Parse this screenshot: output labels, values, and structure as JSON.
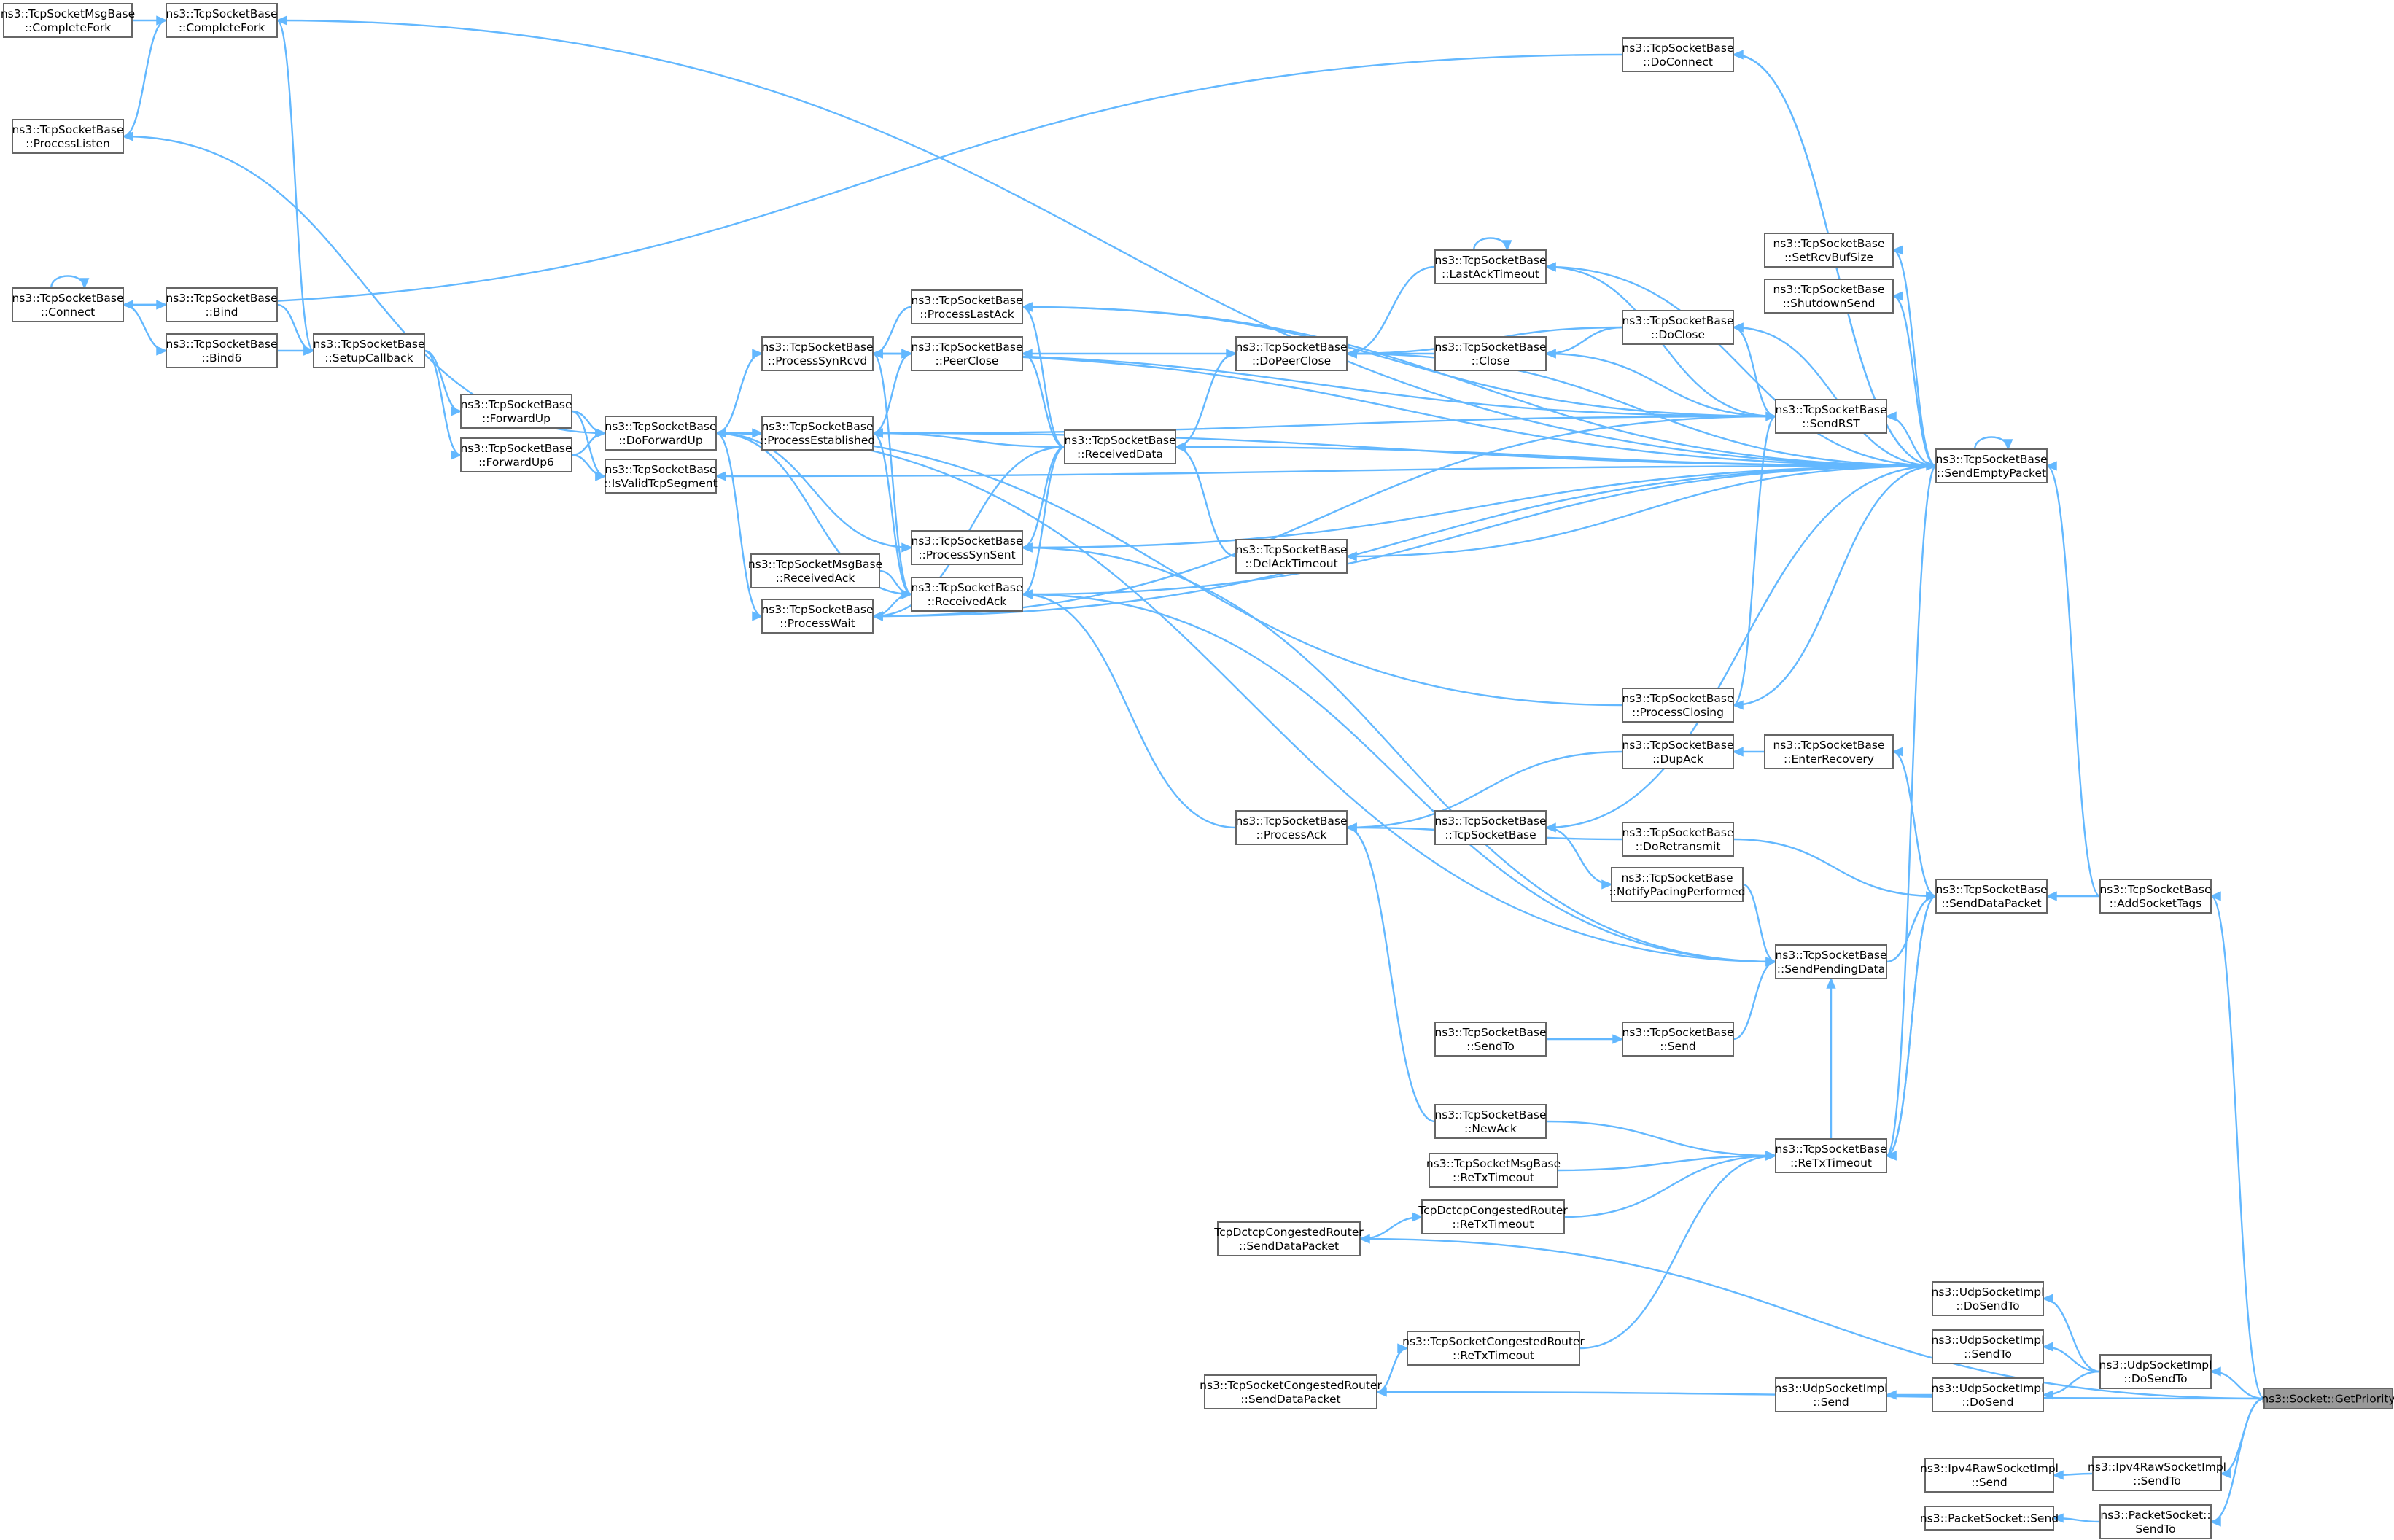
{
  "graph": {
    "type": "caller-graph",
    "colors": {
      "edge": "#63b8ff",
      "node_border": "#666666",
      "node_fill": "#ffffff",
      "root_fill": "#999999"
    },
    "nodes": [
      {
        "id": "n_cfmsg",
        "lines": [
          "ns3::TcpSocketMsgBase",
          "::CompleteFork"
        ]
      },
      {
        "id": "n_cf",
        "lines": [
          "ns3::TcpSocketBase",
          "::CompleteFork"
        ]
      },
      {
        "id": "n_plisten",
        "lines": [
          "ns3::TcpSocketBase",
          "::ProcessListen"
        ]
      },
      {
        "id": "n_connect",
        "lines": [
          "ns3::TcpSocketBase",
          "::Connect"
        ]
      },
      {
        "id": "n_bind",
        "lines": [
          "ns3::TcpSocketBase",
          "::Bind"
        ]
      },
      {
        "id": "n_bind6",
        "lines": [
          "ns3::TcpSocketBase",
          "::Bind6"
        ]
      },
      {
        "id": "n_setupcb",
        "lines": [
          "ns3::TcpSocketBase",
          "::SetupCallback"
        ]
      },
      {
        "id": "n_fwdup",
        "lines": [
          "ns3::TcpSocketBase",
          "::ForwardUp"
        ]
      },
      {
        "id": "n_fwdup6",
        "lines": [
          "ns3::TcpSocketBase",
          "::ForwardUp6"
        ]
      },
      {
        "id": "n_doforwardup",
        "lines": [
          "ns3::TcpSocketBase",
          "::DoForwardUp"
        ]
      },
      {
        "id": "n_isvalid",
        "lines": [
          "ns3::TcpSocketBase",
          "::IsValidTcpSegment"
        ]
      },
      {
        "id": "n_psynrcvd",
        "lines": [
          "ns3::TcpSocketBase",
          "::ProcessSynRcvd"
        ]
      },
      {
        "id": "n_pestab",
        "lines": [
          "ns3::TcpSocketBase",
          "::ProcessEstablished"
        ]
      },
      {
        "id": "n_msgrecvack",
        "lines": [
          "ns3::TcpSocketMsgBase",
          "::ReceivedAck"
        ]
      },
      {
        "id": "n_pwait",
        "lines": [
          "ns3::TcpSocketBase",
          "::ProcessWait"
        ]
      },
      {
        "id": "n_plastack",
        "lines": [
          "ns3::TcpSocketBase",
          "::ProcessLastAck"
        ]
      },
      {
        "id": "n_peerclose",
        "lines": [
          "ns3::TcpSocketBase",
          "::PeerClose"
        ]
      },
      {
        "id": "n_psynsent",
        "lines": [
          "ns3::TcpSocketBase",
          "::ProcessSynSent"
        ]
      },
      {
        "id": "n_recvack",
        "lines": [
          "ns3::TcpSocketBase",
          "::ReceivedAck"
        ]
      },
      {
        "id": "n_recvdata",
        "lines": [
          "ns3::TcpSocketBase",
          "::ReceivedData"
        ]
      },
      {
        "id": "n_dopeerclose",
        "lines": [
          "ns3::TcpSocketBase",
          "::DoPeerClose"
        ]
      },
      {
        "id": "n_delack",
        "lines": [
          "ns3::TcpSocketBase",
          "::DelAckTimeout"
        ]
      },
      {
        "id": "n_lastacktimeout",
        "lines": [
          "ns3::TcpSocketBase",
          "::LastAckTimeout"
        ]
      },
      {
        "id": "n_close",
        "lines": [
          "ns3::TcpSocketBase",
          "::Close"
        ]
      },
      {
        "id": "n_processack",
        "lines": [
          "ns3::TcpSocketBase",
          "::ProcessAck"
        ]
      },
      {
        "id": "n_tcpsocketbase",
        "lines": [
          "ns3::TcpSocketBase",
          "::TcpSocketBase"
        ]
      },
      {
        "id": "n_sendto_tcp",
        "lines": [
          "ns3::TcpSocketBase",
          "::SendTo"
        ]
      },
      {
        "id": "n_newack",
        "lines": [
          "ns3::TcpSocketBase",
          "::NewAck"
        ]
      },
      {
        "id": "n_msgretx",
        "lines": [
          "ns3::TcpSocketMsgBase",
          "::ReTxTimeout"
        ]
      },
      {
        "id": "n_dctcpretx",
        "lines": [
          "TcpDctcpCongestedRouter",
          "::ReTxTimeout"
        ]
      },
      {
        "id": "n_dctcpsend",
        "lines": [
          "TcpDctcpCongestedRouter",
          "::SendDataPacket"
        ]
      },
      {
        "id": "n_congretx",
        "lines": [
          "ns3::TcpSocketCongestedRouter",
          "::ReTxTimeout"
        ]
      },
      {
        "id": "n_congsend",
        "lines": [
          "ns3::TcpSocketCongestedRouter",
          "::SendDataPacket"
        ]
      },
      {
        "id": "n_doconnect",
        "lines": [
          "ns3::TcpSocketBase",
          "::DoConnect"
        ]
      },
      {
        "id": "n_doclose",
        "lines": [
          "ns3::TcpSocketBase",
          "::DoClose"
        ]
      },
      {
        "id": "n_sendrst",
        "lines": [
          "ns3::TcpSocketBase",
          "::SendRST"
        ]
      },
      {
        "id": "n_pclosing",
        "lines": [
          "ns3::TcpSocketBase",
          "::ProcessClosing"
        ]
      },
      {
        "id": "n_dupack",
        "lines": [
          "ns3::TcpSocketBase",
          "::DupAck"
        ]
      },
      {
        "id": "n_doretransmit",
        "lines": [
          "ns3::TcpSocketBase",
          "::DoRetransmit"
        ]
      },
      {
        "id": "n_notifypacing",
        "lines": [
          "ns3::TcpSocketBase",
          "::NotifyPacingPerformed"
        ]
      },
      {
        "id": "n_sendpending",
        "lines": [
          "ns3::TcpSocketBase",
          "::SendPendingData"
        ]
      },
      {
        "id": "n_send_tcp",
        "lines": [
          "ns3::TcpSocketBase",
          "::Send"
        ]
      },
      {
        "id": "n_retx",
        "lines": [
          "ns3::TcpSocketBase",
          "::ReTxTimeout"
        ]
      },
      {
        "id": "n_setrcvbuf",
        "lines": [
          "ns3::TcpSocketBase",
          "::SetRcvBufSize"
        ]
      },
      {
        "id": "n_shutdownsend",
        "lines": [
          "ns3::TcpSocketBase",
          "::ShutdownSend"
        ]
      },
      {
        "id": "n_enterrecovery",
        "lines": [
          "ns3::TcpSocketBase",
          "::EnterRecovery"
        ]
      },
      {
        "id": "n_udpdosendto_l",
        "lines": [
          "ns3::UdpSocketImpl",
          "::DoSendTo"
        ]
      },
      {
        "id": "n_udpsendto",
        "lines": [
          "ns3::UdpSocketImpl",
          "::SendTo"
        ]
      },
      {
        "id": "n_udpsend",
        "lines": [
          "ns3::UdpSocketImpl",
          "::Send"
        ]
      },
      {
        "id": "n_udpdosend",
        "lines": [
          "ns3::UdpSocketImpl",
          "::DoSend"
        ]
      },
      {
        "id": "n_ipv4send",
        "lines": [
          "ns3::Ipv4RawSocketImpl",
          "::Send"
        ]
      },
      {
        "id": "n_pktsend",
        "lines": [
          "ns3::PacketSocket::Send"
        ]
      },
      {
        "id": "n_sendempty",
        "lines": [
          "ns3::TcpSocketBase",
          "::SendEmptyPacket"
        ]
      },
      {
        "id": "n_senddata",
        "lines": [
          "ns3::TcpSocketBase",
          "::SendDataPacket"
        ]
      },
      {
        "id": "n_udpdosendto_r",
        "lines": [
          "ns3::UdpSocketImpl",
          "::DoSendTo"
        ]
      },
      {
        "id": "n_ipv4sendto",
        "lines": [
          "ns3::Ipv4RawSocketImpl",
          "::SendTo"
        ]
      },
      {
        "id": "n_pktsendto",
        "lines": [
          "ns3::PacketSocket::",
          "SendTo"
        ]
      },
      {
        "id": "n_addtags",
        "lines": [
          "ns3::TcpSocketBase",
          "::AddSocketTags"
        ]
      },
      {
        "id": "n_getpriority",
        "lines": [
          "ns3::Socket::GetPriority"
        ],
        "root": true
      }
    ]
  }
}
